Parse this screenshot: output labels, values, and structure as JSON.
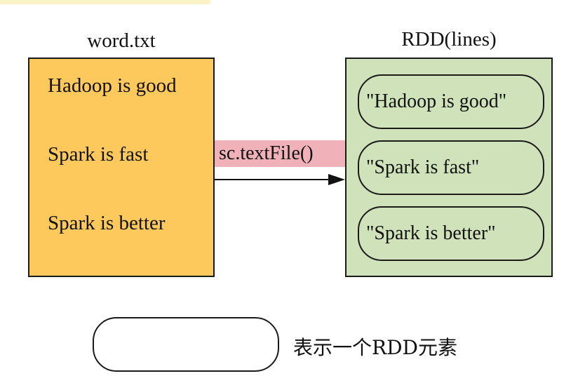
{
  "file": {
    "title": "word.txt",
    "lines": [
      "Hadoop is good",
      "Spark is fast",
      "Spark is better"
    ]
  },
  "rdd": {
    "title": "RDD(lines)",
    "elements": [
      "\"Hadoop is good\"",
      "\"Spark is fast\"",
      "\"Spark is better\""
    ]
  },
  "operation": {
    "label": "sc.textFile()"
  },
  "legend": {
    "text": "表示一个RDD元素"
  },
  "colors": {
    "file_fill": "#fdc85c",
    "rdd_fill": "#cfe2ba",
    "operation_fill": "#f1b1b9",
    "stroke": "#1a1a1a"
  }
}
